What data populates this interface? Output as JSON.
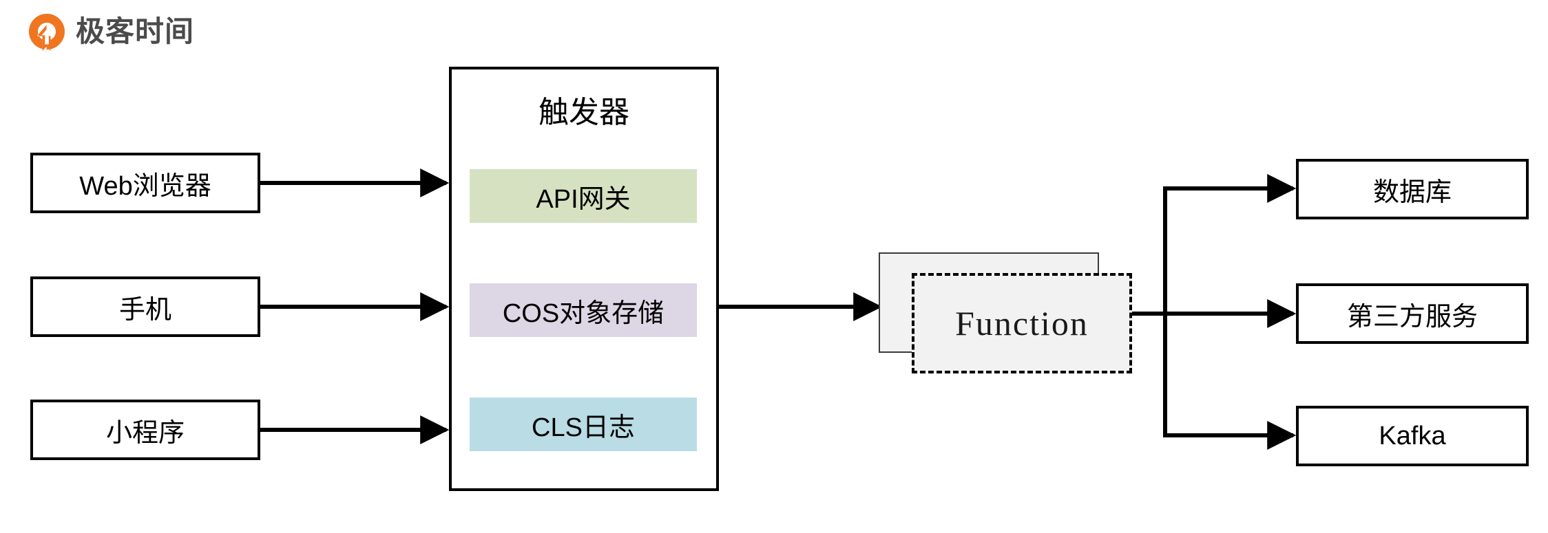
{
  "brand": {
    "name": "极客时间",
    "icon": "geektime-logo-icon",
    "mark_color": "#ef7520",
    "text_color": "#4b4b4b"
  },
  "diagram": {
    "type": "flow-diagram",
    "background": "#ffffff",
    "line_color": "#000000",
    "sources": [
      {
        "id": "web-browser",
        "label": "Web浏览器"
      },
      {
        "id": "mobile-phone",
        "label": "手机"
      },
      {
        "id": "mini-program",
        "label": "小程序"
      }
    ],
    "trigger": {
      "title": "触发器",
      "items": [
        {
          "id": "api-gateway",
          "label": "API网关",
          "color": "#d6e1c2"
        },
        {
          "id": "cos-object-storage",
          "label": "COS对象存储",
          "color": "#ddd6e5"
        },
        {
          "id": "cls-log",
          "label": "CLS日志",
          "color": "#b9dce5"
        }
      ]
    },
    "function": {
      "label": "Function",
      "fill": "#f2f2f2",
      "border_style": "dashed"
    },
    "targets": [
      {
        "id": "database",
        "label": "数据库"
      },
      {
        "id": "third-party-service",
        "label": "第三方服务"
      },
      {
        "id": "kafka",
        "label": "Kafka"
      }
    ]
  }
}
